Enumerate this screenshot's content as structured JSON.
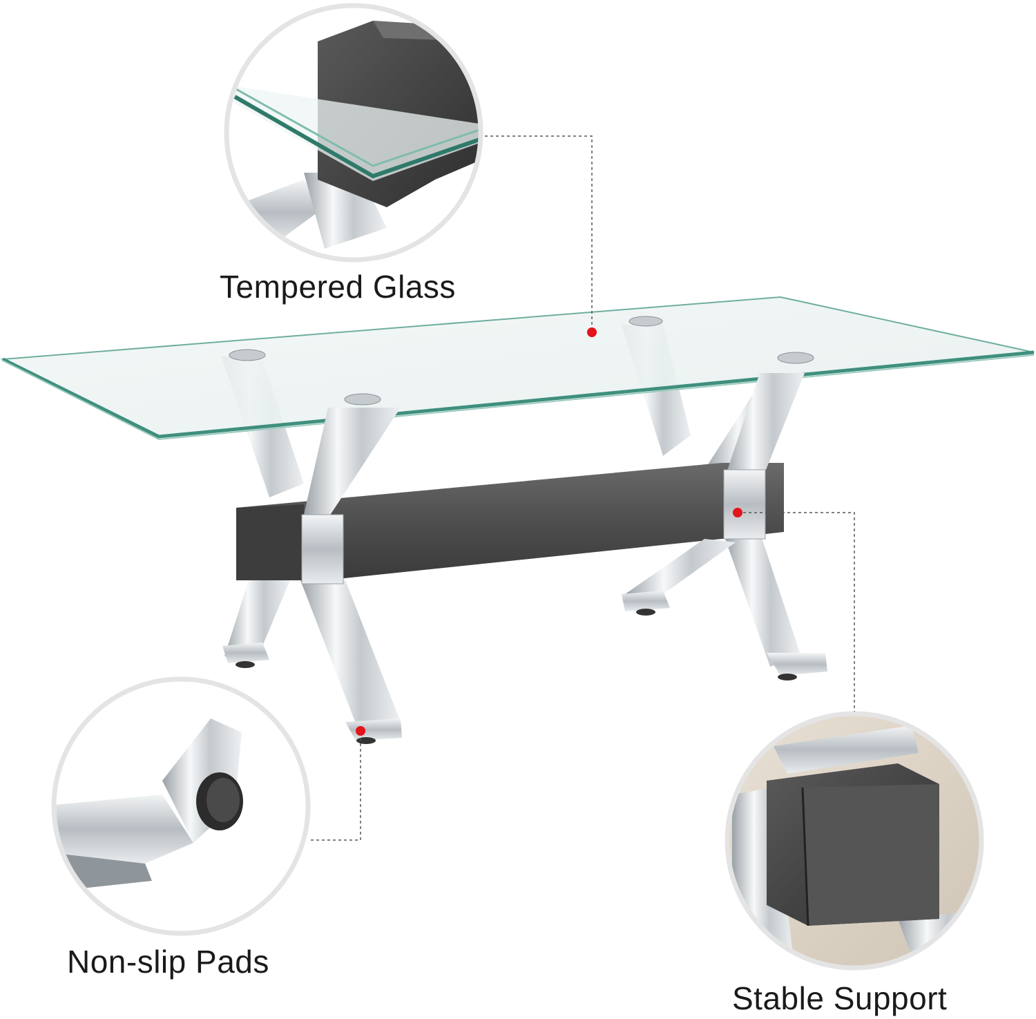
{
  "callouts": {
    "tempered_glass": "Tempered Glass",
    "non_slip_pads": "Non-slip Pads",
    "stable_support": "Stable Support"
  },
  "colors": {
    "glass_edge": "#4f9e8e",
    "chrome": "#d9dde0",
    "wood": "#4a4a4a",
    "marker": "#e3141b",
    "leader_line": "#555555",
    "circle_border": "#e4e4e4"
  },
  "icons": [
    "marker-dot-icon"
  ]
}
